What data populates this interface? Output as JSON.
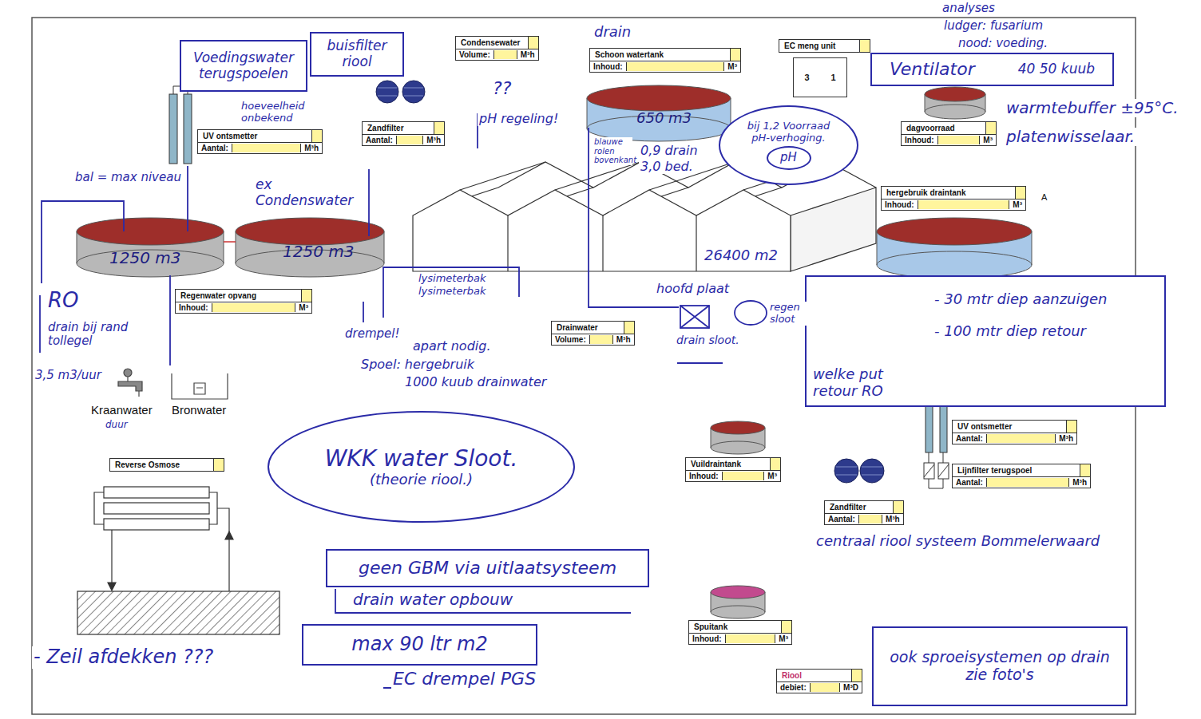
{
  "diagram": {
    "nodes": [
      {
        "text": [
          "Voedingswater terugspoelen"
        ]
      },
      {
        "text": [
          "buisfilter riool"
        ]
      },
      {
        "text": [
          "Condensewater",
          "Volume:",
          "M³h"
        ]
      },
      {
        "text": [
          "Schoon watertank",
          "Inhoud:",
          "M³"
        ]
      },
      {
        "text": [
          "EC meng unit",
          "3",
          "1"
        ]
      },
      {
        "text": [
          "Ventilator",
          "40 50 kuub"
        ]
      },
      {
        "text": [
          "UV ontsmetter",
          "Aantal:",
          "M³h"
        ]
      },
      {
        "text": [
          "Zandfilter",
          "Aantal:",
          "M³h"
        ]
      },
      {
        "text": [
          "dagvoorraad",
          "Inhoud:",
          "M³"
        ]
      },
      {
        "text": [
          "bij 1,2 Voorraad pH-verhoging."
        ]
      },
      {
        "text": [
          "pH"
        ],
        "in": 9
      },
      {
        "text": [
          "hergebruik draintank",
          "Inhoud:",
          "M³"
        ]
      },
      {
        "text": [
          "Regenwater opvang",
          "Inhoud:",
          "M³"
        ]
      },
      {
        "text": [
          "- 30 mtr diep aanzuigen",
          "- 100 mtr diep retour",
          "welke put retour RO"
        ]
      },
      {
        "text": [
          "Drainwater",
          "Volume:",
          "M³h"
        ]
      },
      {
        "text": [
          "Reverse Osmose"
        ]
      },
      {
        "text": [
          "WKK water Sloot.",
          "(theorie riool.)"
        ]
      },
      {
        "text": [
          "Vuildraintank",
          "Inhoud:",
          "M³"
        ]
      },
      {
        "text": [
          "UV ontsmetter",
          "Aantal:",
          "M³h"
        ]
      },
      {
        "text": [
          "Lijnfilter terugspoel",
          "Aantal:",
          "M³h"
        ]
      },
      {
        "text": [
          "Zandfilter",
          "Aantal:",
          "M³h"
        ]
      },
      {
        "text": [
          "geen GBM via uitlaatsysteem"
        ]
      },
      {
        "text": [
          "max 90 ltr m2"
        ]
      },
      {
        "text": [
          "Spuitank",
          "Inhoud:",
          "M³"
        ]
      },
      {
        "text": [
          "Riool",
          "debiet:",
          "M³D"
        ]
      },
      {
        "text": [
          "ook sproeisystemen op drain zie foto's"
        ]
      }
    ],
    "labels": [
      "analyses",
      "ludger: fusarium",
      "nood: voeding.",
      "warmtebuffer ±95°C.",
      "platenwisselaar.",
      "hoeveelheid onbekend",
      "bal = max niveau",
      "ex Condenswater",
      "??",
      "pH regeling!",
      "drain",
      "650 m3",
      "blauwe rolen bovenkant",
      "0,9 drain",
      "3,0 bed.",
      "1250 m3",
      "1250 m3",
      "26400 m2",
      "hoofd plaat",
      "drain sloot.",
      "regen sloot",
      "lysimeterbak",
      "lysimeterbak",
      "drempel!",
      "apart nodig.",
      "Spoel: hergebruik",
      "1000 kuub drainwater",
      "RO",
      "drain bij rand tollegel",
      "3,5 m3/uur",
      "Kraanwater",
      "Bronwater",
      "duur",
      "A",
      "drain water opbouw",
      "- Zeil afdekken ???",
      "EC drempel PGS",
      "centraal riool systeem Bommelerwaard"
    ]
  }
}
